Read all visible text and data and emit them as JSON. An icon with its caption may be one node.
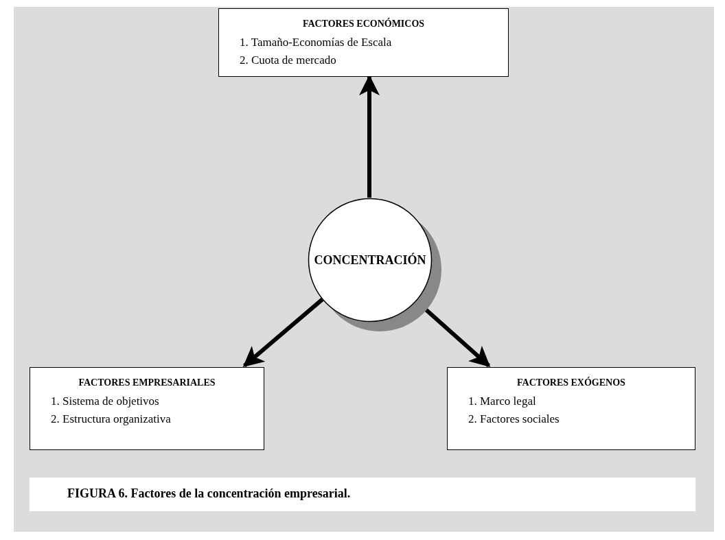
{
  "diagram": {
    "caption": "FIGURA 6. Factores de la concentración empresarial.",
    "nodes": [
      {
        "text": [
          "FACTORES ECONÓMICOS",
          "1. Tamaño-Economías de Escala",
          "2. Cuota de mercado"
        ]
      },
      {
        "text": [
          "CONCENTRACIÓN"
        ]
      },
      {
        "text": [
          "FACTORES EMPRESARIALES",
          "1. Sistema de objetivos",
          "2. Estructura organizativa"
        ]
      },
      {
        "text": [
          "FACTORES EXÓGENOS",
          "1. Marco legal",
          "2. Factores sociales"
        ]
      }
    ],
    "edges": [
      {
        "from": 1,
        "to": 0,
        "arrow": "to"
      },
      {
        "from": 1,
        "to": 2,
        "arrow": "to"
      },
      {
        "from": 1,
        "to": 3,
        "arrow": "to"
      }
    ]
  }
}
